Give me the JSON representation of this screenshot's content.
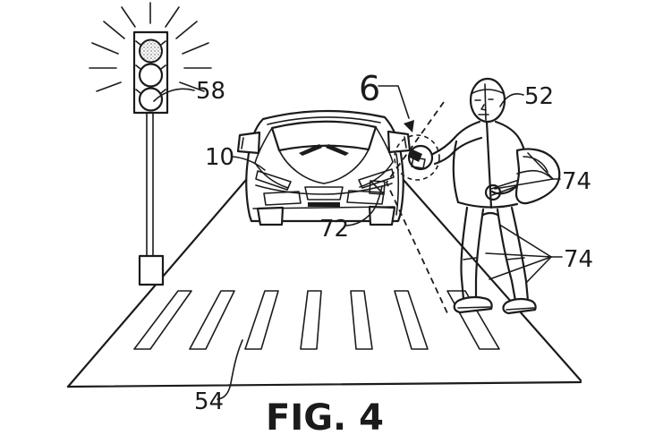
{
  "figure": {
    "caption": "FIG. 4",
    "colors": {
      "ink": "#1b1b1b",
      "paper": "#ffffff"
    },
    "labels": {
      "detection_beam": "6",
      "vehicle": "10",
      "pedestrian": "52",
      "crosswalk": "54",
      "traffic_signal": "58",
      "vehicle_sensor": "72",
      "pedestrian_upper_features": "74",
      "pedestrian_lower_features": "74"
    }
  }
}
